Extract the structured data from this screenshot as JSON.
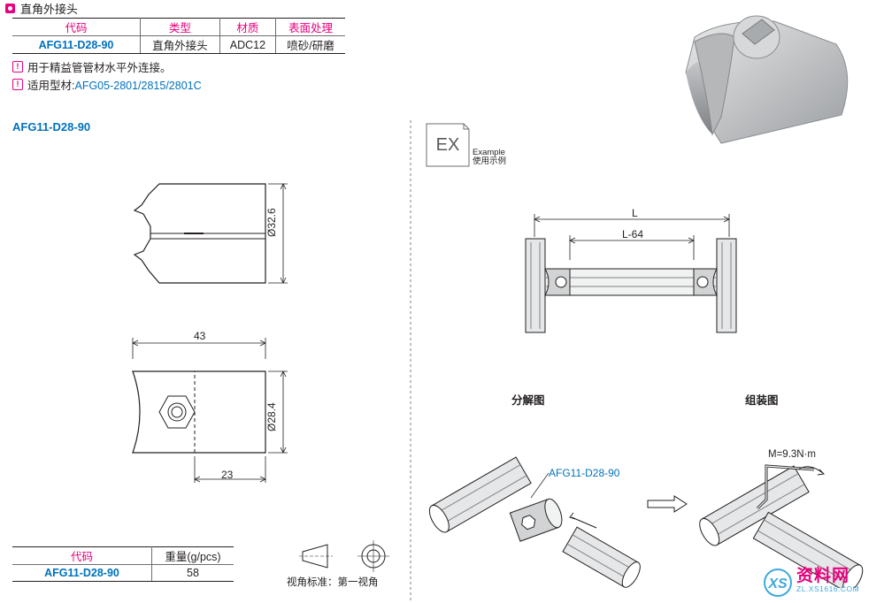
{
  "header": {
    "title": "直角外接头"
  },
  "spec_table": {
    "columns": [
      "代码",
      "类型",
      "材质",
      "表面处理"
    ],
    "rows": [
      [
        "AFG11-D28-90",
        "直角外接头",
        "ADC12",
        "喷砂/研磨"
      ]
    ]
  },
  "notes": [
    {
      "icon": "exclamation-icon",
      "text": "用于精益管管材水平外连接。"
    },
    {
      "icon": "exclamation-icon",
      "prefix": "适用型材:",
      "link": "AFG05-2801/2815/2801C"
    }
  ],
  "drawing": {
    "title": "AFG11-D28-90",
    "dims": {
      "dia_outer": "Ø32.6",
      "length": "43",
      "dia_inner": "Ø28.4",
      "depth": "23"
    }
  },
  "example": {
    "badge": "EX",
    "label_en": "Example",
    "label_cn": "使用示例",
    "dim_L": "L",
    "dim_L64": "L-64",
    "exploded_title": "分解图",
    "assembled_title": "组装图",
    "part_callout": "AFG11-D28-90",
    "torque": "M=9.3N·m"
  },
  "weight_table": {
    "columns": [
      "代码",
      "重量(g/pcs)"
    ],
    "rows": [
      [
        "AFG11-D28-90",
        "58"
      ]
    ]
  },
  "projection": {
    "label": "视角标准：第一视角"
  },
  "watermark": {
    "brand": "资料网",
    "url": "ZL.XS1616.COM"
  },
  "colors": {
    "accent": "#e6007e",
    "link": "#0071bc"
  }
}
